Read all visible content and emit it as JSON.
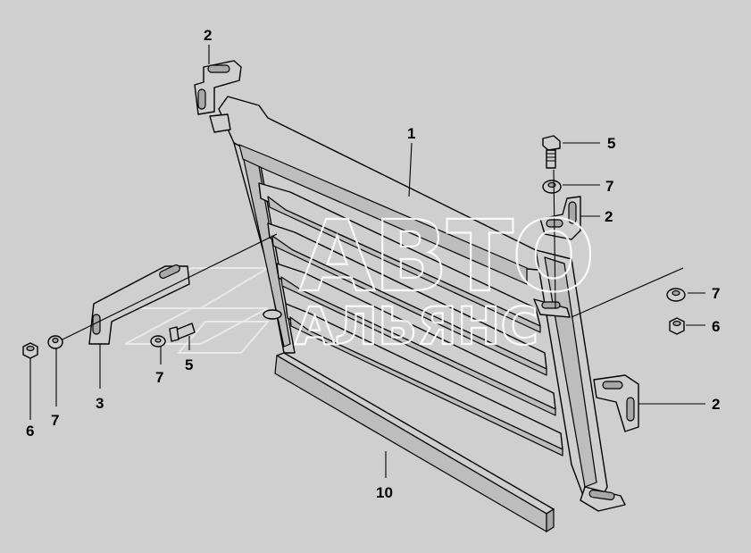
{
  "watermark": {
    "line1": "АВТО",
    "line2": "АЛЬЯНС"
  },
  "callouts": [
    {
      "id": "c-2-top-left",
      "label": "2"
    },
    {
      "id": "c-1",
      "label": "1"
    },
    {
      "id": "c-5-top",
      "label": "5"
    },
    {
      "id": "c-7-top",
      "label": "7"
    },
    {
      "id": "c-2-mid-right",
      "label": "2"
    },
    {
      "id": "c-7-right",
      "label": "7"
    },
    {
      "id": "c-6-right",
      "label": "6"
    },
    {
      "id": "c-2-low-right",
      "label": "2"
    },
    {
      "id": "c-10",
      "label": "10"
    },
    {
      "id": "c-3",
      "label": "3"
    },
    {
      "id": "c-7-left-mid",
      "label": "7"
    },
    {
      "id": "c-5-left",
      "label": "5"
    },
    {
      "id": "c-6-left",
      "label": "6"
    },
    {
      "id": "c-7-left",
      "label": "7"
    }
  ]
}
